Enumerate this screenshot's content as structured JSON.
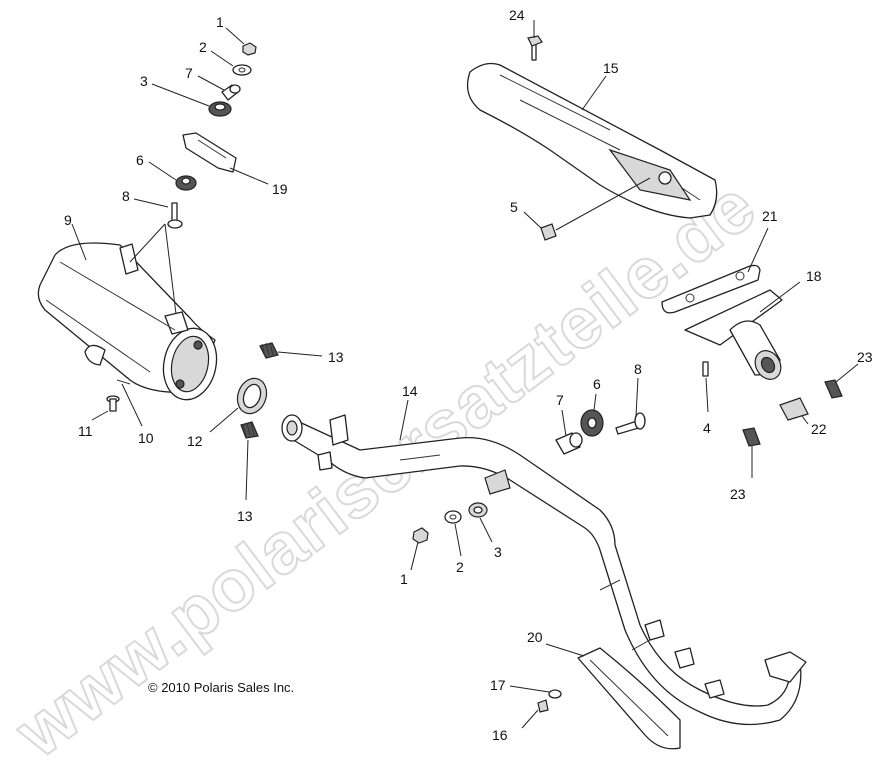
{
  "copyright": "© 2010 Polaris Sales Inc.",
  "watermark": "www.polarisersatzteile.de",
  "callouts": {
    "c1a": "1",
    "c2a": "2",
    "c7a": "7",
    "c3a": "3",
    "c6a": "6",
    "c19": "19",
    "c8a": "8",
    "c9": "9",
    "c13a": "13",
    "c11": "11",
    "c10": "10",
    "c12": "12",
    "c13b": "13",
    "c24": "24",
    "c15": "15",
    "c5": "5",
    "c21": "21",
    "c18": "18",
    "c14": "14",
    "c7b": "7",
    "c6b": "6",
    "c8b": "8",
    "c4": "4",
    "c23a": "23",
    "c22": "22",
    "c23b": "23",
    "c1b": "1",
    "c2b": "2",
    "c3b": "3",
    "c20": "20",
    "c17": "17",
    "c16": "16"
  }
}
